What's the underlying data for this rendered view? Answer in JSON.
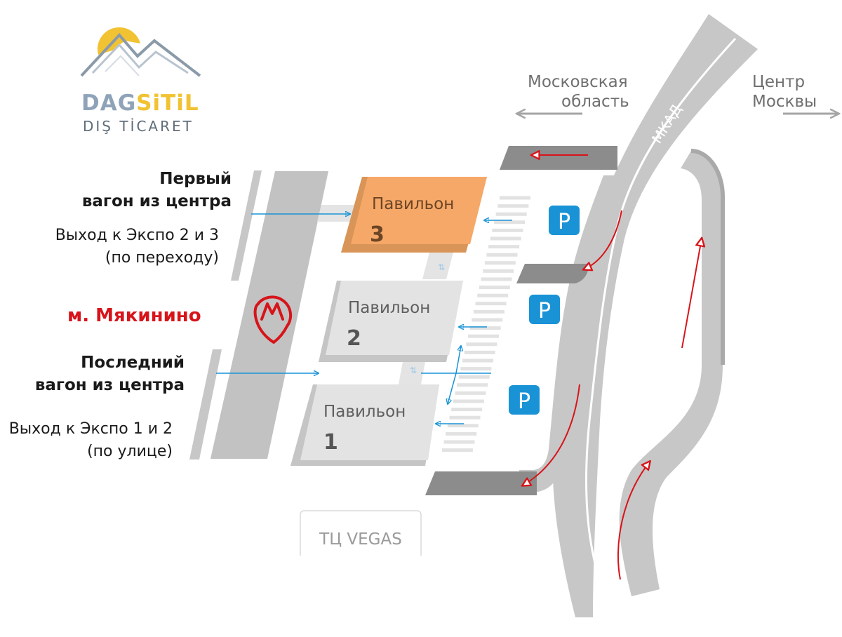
{
  "logo": {
    "brand_part1": "DAG",
    "brand_part2": "SiTiL",
    "tagline": "DIŞ TİCARET",
    "colors": {
      "blue": "#8fa3b8",
      "gold": "#f1c232",
      "mountain": "#8a9aa8"
    }
  },
  "labels": {
    "first_car_line1": "Первый",
    "first_car_line2": "вагон из центра",
    "exit_23_line1": "Выход к Экспо 2 и 3",
    "exit_23_line2": "(по переходу)",
    "metro_station": "м. Мякинино",
    "last_car_line1": "Последний",
    "last_car_line2": "вагон из центра",
    "exit_12_line1": "Выход к Экспо 1 и 2",
    "exit_12_line2": "(по улице)",
    "moscow_region_line1": "Московская",
    "moscow_region_line2": "область",
    "moscow_center_line1": "Центр",
    "moscow_center_line2": "Москвы",
    "mkad": "МКАД",
    "tc_vegas": "ТЦ VEGAS"
  },
  "pavilions": [
    {
      "name": "Павильон",
      "number": "3",
      "highlighted": true
    },
    {
      "name": "Павильон",
      "number": "2",
      "highlighted": false
    },
    {
      "name": "Павильон",
      "number": "1",
      "highlighted": false
    }
  ],
  "parking": [
    "P",
    "P",
    "P"
  ],
  "metro_icon": "metro-m-icon",
  "colors": {
    "road": "#c7c7c7",
    "road_dark": "#8c8c8c",
    "pavilion": "#e3e3e3",
    "pavilion_side": "#c5c5c5",
    "highlight": "#f6a868",
    "highlight_side": "#d99457",
    "arrow_red": "#d7141a",
    "arrow_blue": "#1a93d6",
    "parking": "#1a93d6",
    "metro": "#d7141a"
  }
}
